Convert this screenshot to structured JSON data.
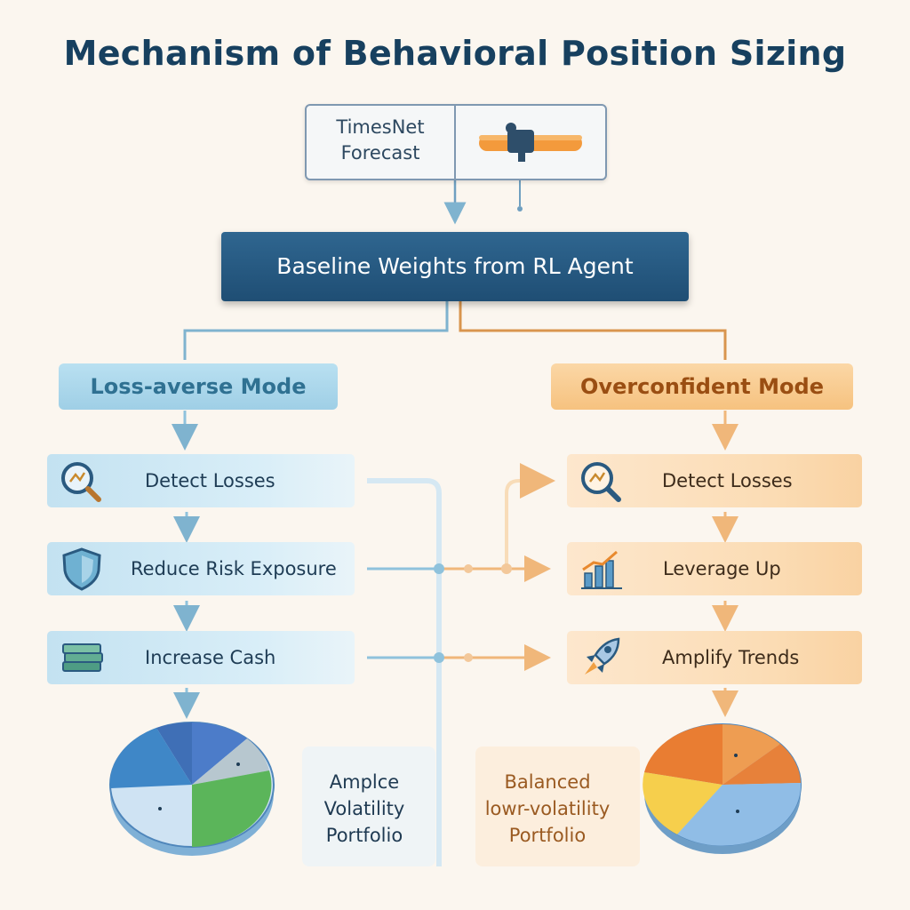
{
  "title": "Mechanism of Behavioral Position Sizing",
  "forecast": {
    "label_line1": "TimesNet",
    "label_line2": "Forecast"
  },
  "baseline": {
    "label": "Baseline Weights from RL Agent"
  },
  "left_branch": {
    "mode": "Loss-averse Mode",
    "steps": [
      "Detect Losses",
      "Reduce Risk Exposure",
      "Increase Cash"
    ],
    "portfolio_line1": "Amplce",
    "portfolio_line2": "Volatility",
    "portfolio_line3": "Portfolio"
  },
  "right_branch": {
    "mode": "Overconfident Mode",
    "steps": [
      "Detect Losses",
      "Leverage Up",
      "Amplify Trends"
    ],
    "portfolio_line1": "Balanced",
    "portfolio_line2": "lowr-volatility",
    "portfolio_line3": "Portfolio"
  },
  "icons": {
    "forecast": "dashboard-slider-icon",
    "detect_left": "magnifier-icon",
    "reduce": "shield-icon",
    "cash": "cash-stack-icon",
    "detect_right": "magnifier-icon",
    "leverage": "bar-chart-growth-icon",
    "amplify": "rocket-icon",
    "pie_left": "pie-chart-icon",
    "pie_right": "pie-chart-icon"
  },
  "colors": {
    "title": "#17405f",
    "baseline_bg": "#1f4e74",
    "blue_accent": "#2f7192",
    "orange_accent": "#9a4e12",
    "blue_connector": "#8fc2dc",
    "orange_connector": "#f0b77a"
  }
}
